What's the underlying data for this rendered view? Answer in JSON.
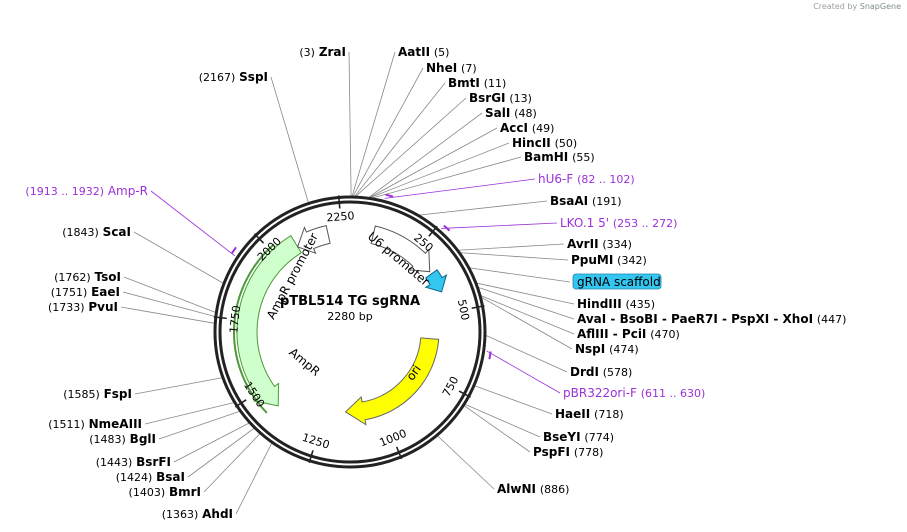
{
  "plasmid": {
    "name": "pTBL514 TG sgRNA",
    "size": 2280,
    "size_label": "2280 bp"
  },
  "credit": {
    "prefix": "Created by",
    "brand": "SnapGene"
  },
  "colors": {
    "primer": "#9b30d9",
    "ampr": "#cfffcc",
    "ampr_edge": "#4d9a3a",
    "ori": "#ffff00",
    "scaffold": "#33c6f0",
    "promoter": "#ffffff",
    "backbone": "#222222"
  },
  "ticks": [
    "250",
    "500",
    "750",
    "1000",
    "1250",
    "1500",
    "1750",
    "2000",
    "2250"
  ],
  "features": [
    {
      "name": "U6 promoter",
      "kind": "promoter"
    },
    {
      "name": "AmpR promoter",
      "kind": "promoter"
    },
    {
      "name": "AmpR",
      "kind": "gene"
    },
    {
      "name": "ori",
      "kind": "origin"
    },
    {
      "name": "gRNA scaffold",
      "kind": "misc"
    }
  ],
  "right_labels": [
    {
      "name": "AatII",
      "pos": "(5)"
    },
    {
      "name": "NheI",
      "pos": "(7)"
    },
    {
      "name": "BmtI",
      "pos": "(11)"
    },
    {
      "name": "BsrGI",
      "pos": "(13)"
    },
    {
      "name": "SalI",
      "pos": "(48)"
    },
    {
      "name": "AccI",
      "pos": "(49)"
    },
    {
      "name": "HincII",
      "pos": "(50)"
    },
    {
      "name": "BamHI",
      "pos": "(55)"
    },
    {
      "name": "hU6-F",
      "pos": "(82 .. 102)",
      "primer": true
    },
    {
      "name": "BsaAI",
      "pos": "(191)"
    },
    {
      "name": "LKO.1 5'",
      "pos": "(253 .. 272)",
      "primer": true
    },
    {
      "name": "AvrII",
      "pos": "(334)"
    },
    {
      "name": "PpuMI",
      "pos": "(342)"
    },
    {
      "name": "gRNA scaffold",
      "pos": "",
      "feature": true
    },
    {
      "name": "HindIII",
      "pos": "(435)"
    },
    {
      "name": "AvaI  -  BsoBI  -  PaeR7I  -  PspXI  -  XhoI",
      "pos": "(447)"
    },
    {
      "name": "AflIII  -  PciI",
      "pos": "(470)"
    },
    {
      "name": "NspI",
      "pos": "(474)"
    },
    {
      "name": "DrdI",
      "pos": "(578)"
    },
    {
      "name": "pBR322ori-F",
      "pos": "(611 .. 630)",
      "primer": true
    },
    {
      "name": "HaeII",
      "pos": "(718)"
    },
    {
      "name": "BseYI",
      "pos": "(774)"
    },
    {
      "name": "PspFI",
      "pos": "(778)"
    },
    {
      "name": "AlwNI",
      "pos": "(886)"
    }
  ],
  "left_labels": [
    {
      "name": "ZraI",
      "pos": "(3)"
    },
    {
      "name": "SspI",
      "pos": "(2167)"
    },
    {
      "name": "Amp-R",
      "pos": "(1913 .. 1932)",
      "primer": true
    },
    {
      "name": "ScaI",
      "pos": "(1843)"
    },
    {
      "name": "TsoI",
      "pos": "(1762)"
    },
    {
      "name": "EaeI",
      "pos": "(1751)"
    },
    {
      "name": "PvuI",
      "pos": "(1733)"
    },
    {
      "name": "FspI",
      "pos": "(1585)"
    },
    {
      "name": "NmeAIII",
      "pos": "(1511)"
    },
    {
      "name": "BglI",
      "pos": "(1483)"
    },
    {
      "name": "BsrFI",
      "pos": "(1443)"
    },
    {
      "name": "BsaI",
      "pos": "(1424)"
    },
    {
      "name": "BmrI",
      "pos": "(1403)"
    },
    {
      "name": "AhdI",
      "pos": "(1363)"
    }
  ]
}
